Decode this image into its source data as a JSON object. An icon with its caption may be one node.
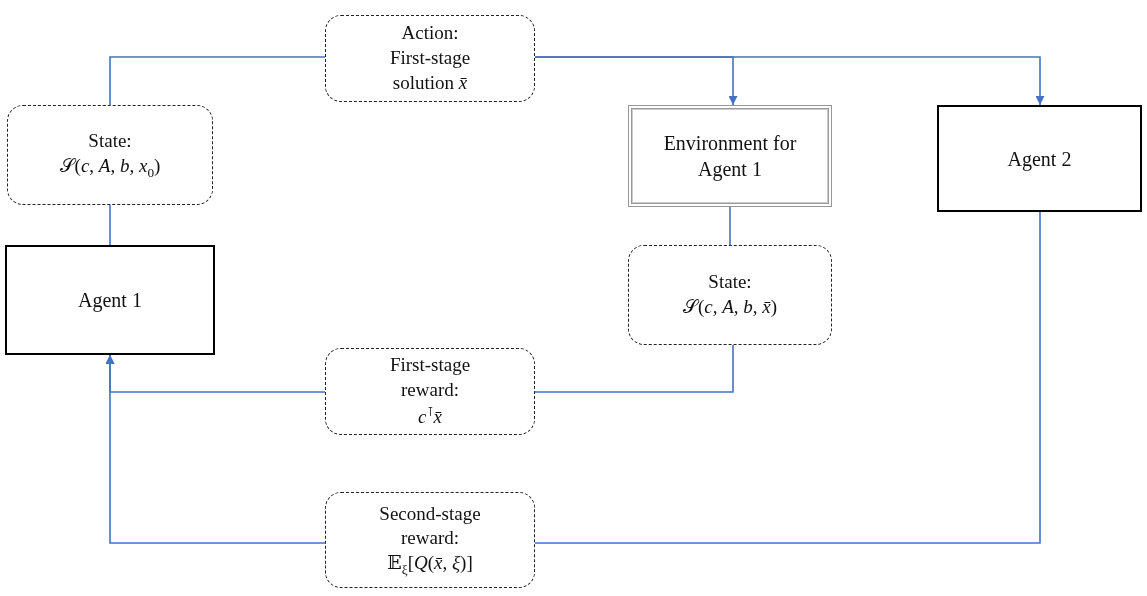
{
  "diagram": {
    "nodes": [
      {
        "text": [
          "Agent 1"
        ]
      },
      {
        "text": [
          "State:",
          "𝒮(*c*, *A*, *b*, *x*$_{0}$)"
        ]
      },
      {
        "text": [
          "Action:",
          "First-stage solution *x̄*"
        ]
      },
      {
        "text": [
          "Environment for Agent 1"
        ]
      },
      {
        "text": [
          "Agent 2"
        ]
      },
      {
        "text": [
          "State:",
          "𝒮(*c*, *A*, *b*, *x̄*)"
        ]
      },
      {
        "text": [
          "First-stage reward:",
          "*c*$^{⊺}$*x̄*"
        ]
      },
      {
        "text": [
          "Second-stage reward:",
          "𝔼$_{ξ}$[*Q*(*x̄*, *ξ*)]"
        ]
      }
    ],
    "edges": [
      {
        "from": 0,
        "to": 1,
        "arrow": "none"
      },
      {
        "from": 1,
        "to": 2,
        "arrow": "none"
      },
      {
        "from": 2,
        "to": 3,
        "arrow": "to"
      },
      {
        "from": 2,
        "to": 4,
        "arrow": "to"
      },
      {
        "from": 3,
        "to": 5,
        "arrow": "none"
      },
      {
        "from": 5,
        "to": 6,
        "arrow": "none"
      },
      {
        "from": 6,
        "to": 0,
        "arrow": "to"
      },
      {
        "from": 4,
        "to": 7,
        "arrow": "none"
      },
      {
        "from": 7,
        "to": 0,
        "arrow": "to"
      }
    ]
  }
}
